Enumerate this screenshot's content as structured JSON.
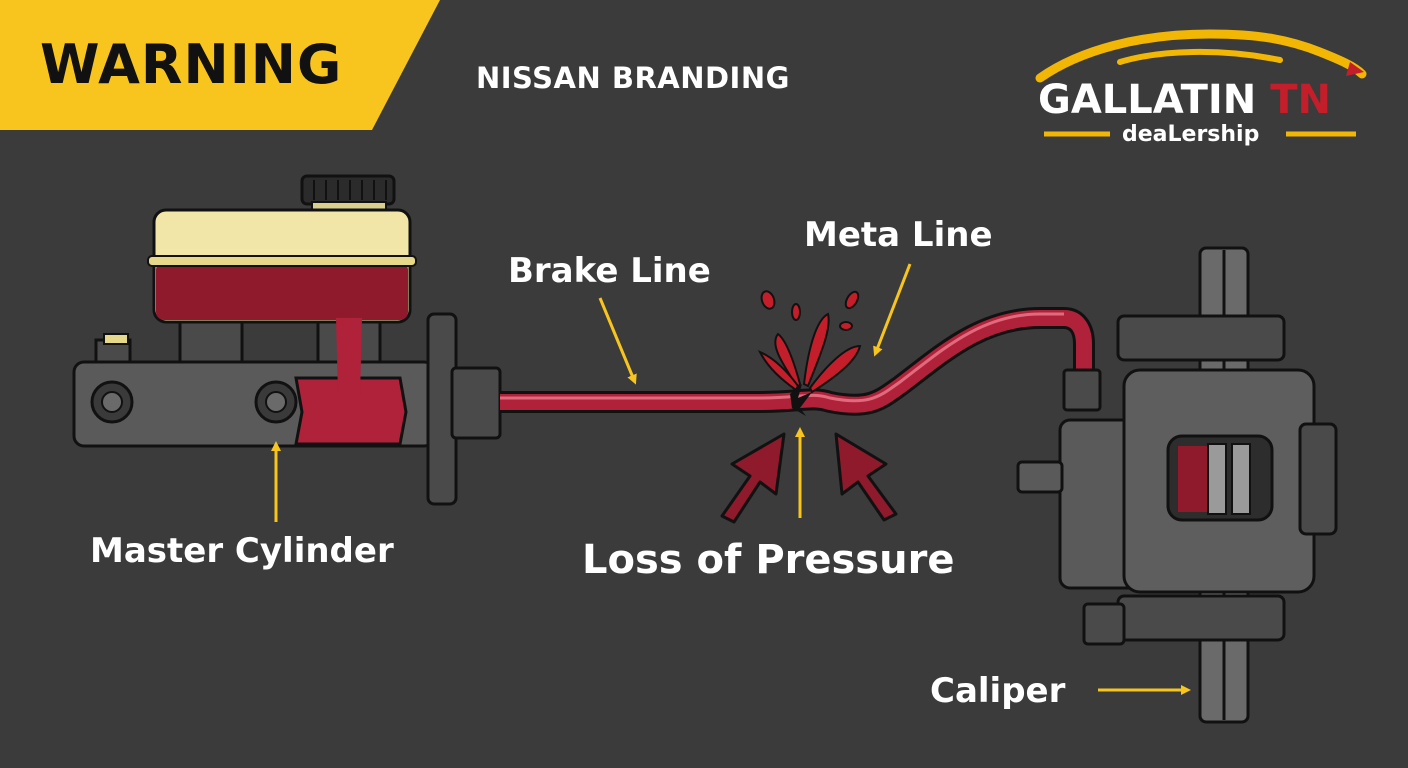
{
  "banner": {
    "text": "WARNING",
    "color": "#f7c51e"
  },
  "branding": {
    "text": "NISSAN BRANDING"
  },
  "dealer": {
    "name_part1": "GALLATIN",
    "name_part2": "TN",
    "subtitle": "deaLership",
    "swoosh_color": "#f2b705",
    "accent_color": "#c41e2a"
  },
  "labels": {
    "meta_line": "Meta Line",
    "brake_line": "Brake Line",
    "master_cylinder": "Master Cylinder",
    "loss_of_pressure": "Loss of Pressure",
    "caliper": "Caliper"
  },
  "colors": {
    "background": "#3b3b3b",
    "metal": "#5a5a5a",
    "fluid": "#b0213a",
    "reservoir": "#f1e6a8",
    "pointer": "#f7c51e",
    "pressure_arrow": "#8e1a2c"
  },
  "icons": [
    "car-swoosh-icon",
    "master-cylinder-icon",
    "caliper-icon",
    "rotor-icon",
    "fluid-spray-icon",
    "pointer-arrow-icon"
  ]
}
